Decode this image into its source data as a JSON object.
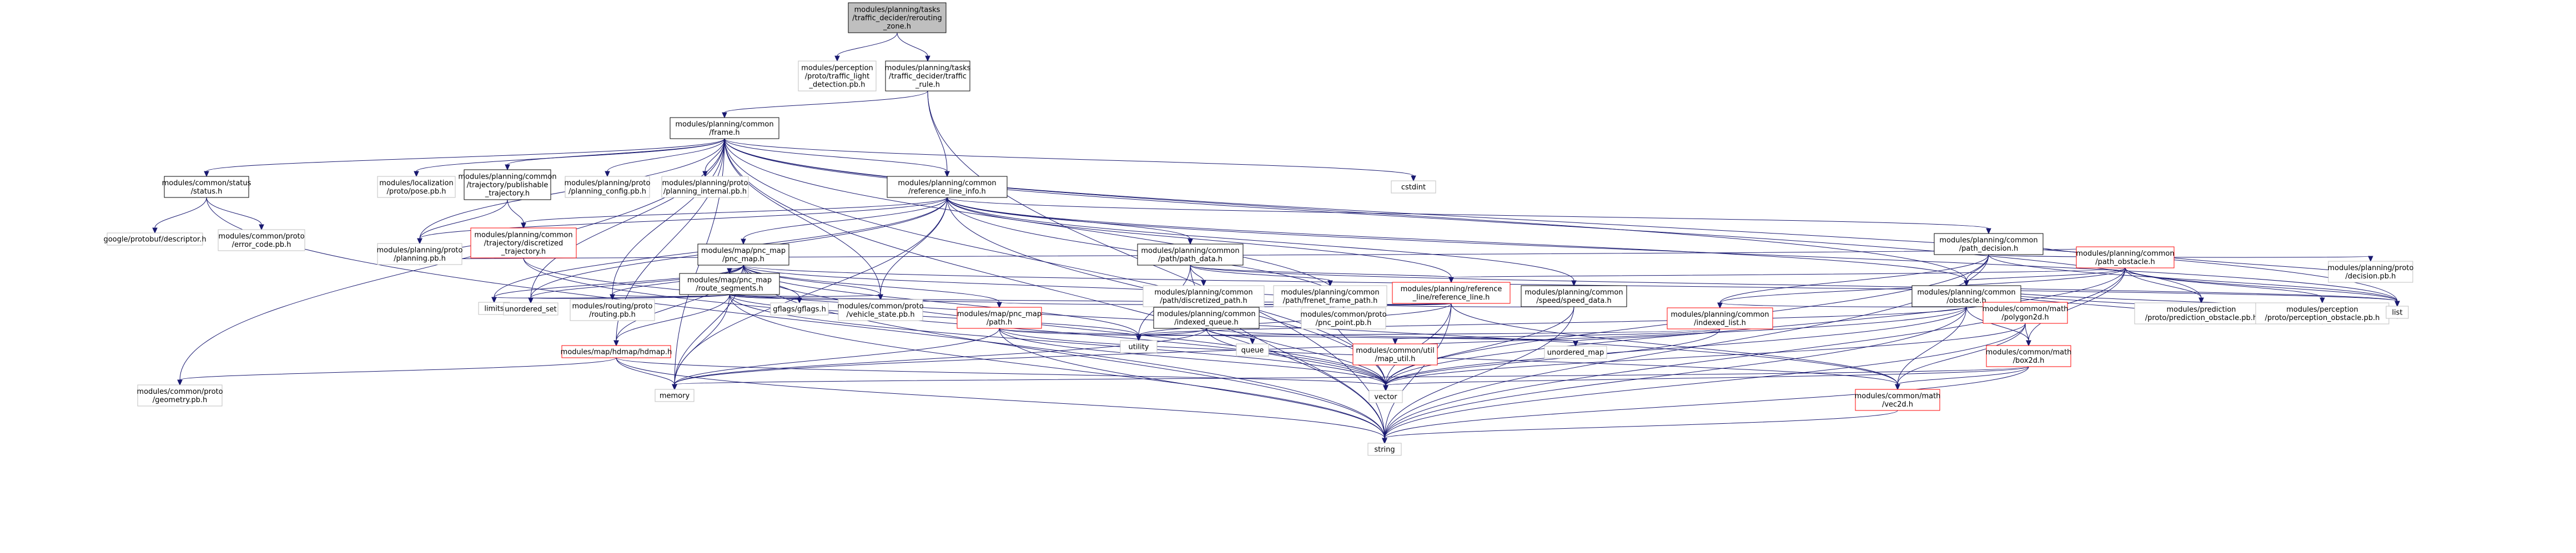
{
  "nodes": [
    {
      "id": "root",
      "lines": [
        "modules/planning/tasks",
        "/traffic_decider/rerouting",
        "_zone.h"
      ],
      "style": "root"
    },
    {
      "id": "tl",
      "lines": [
        "modules/perception",
        "/proto/traffic_light",
        "_detection.pb.h"
      ],
      "style": "plain"
    },
    {
      "id": "tr",
      "lines": [
        "modules/planning/tasks",
        "/traffic_decider/traffic",
        "_rule.h"
      ],
      "style": "boxed"
    },
    {
      "id": "frame",
      "lines": [
        "modules/planning/common",
        "/frame.h"
      ],
      "style": "boxed"
    },
    {
      "id": "status",
      "lines": [
        "modules/common/status",
        "/status.h"
      ],
      "style": "boxed"
    },
    {
      "id": "loc",
      "lines": [
        "modules/localization",
        "/proto/pose.pb.h"
      ],
      "style": "plain"
    },
    {
      "id": "pubtraj",
      "lines": [
        "modules/planning/common",
        "/trajectory/publishable",
        "_trajectory.h"
      ],
      "style": "boxed"
    },
    {
      "id": "pconf",
      "lines": [
        "modules/planning/proto",
        "/planning_config.pb.h"
      ],
      "style": "plain"
    },
    {
      "id": "pint",
      "lines": [
        "modules/planning/proto",
        "/planning_internal.pb.h"
      ],
      "style": "plain"
    },
    {
      "id": "rli",
      "lines": [
        "modules/planning/common",
        "/reference_line_info.h"
      ],
      "style": "boxed"
    },
    {
      "id": "cstdint",
      "lines": [
        "cstdint"
      ],
      "style": "plain"
    },
    {
      "id": "desc",
      "lines": [
        "google/protobuf/descriptor.h"
      ],
      "style": "plain"
    },
    {
      "id": "err",
      "lines": [
        "modules/common/proto",
        "/error_code.pb.h"
      ],
      "style": "plain"
    },
    {
      "id": "disctraj",
      "lines": [
        "modules/planning/common",
        "/trajectory/discretized",
        "_trajectory.h"
      ],
      "style": "red"
    },
    {
      "id": "pdec",
      "lines": [
        "modules/planning/common",
        "/path_decision.h"
      ],
      "style": "boxed"
    },
    {
      "id": "planpb",
      "lines": [
        "modules/planning/proto",
        "/planning.pb.h"
      ],
      "style": "plain"
    },
    {
      "id": "pncmap",
      "lines": [
        "modules/map/pnc_map",
        "/pnc_map.h"
      ],
      "style": "boxed"
    },
    {
      "id": "pathdata",
      "lines": [
        "modules/planning/common",
        "/path/path_data.h"
      ],
      "style": "boxed"
    },
    {
      "id": "pathobs",
      "lines": [
        "modules/planning/common",
        "/path_obstacle.h"
      ],
      "style": "red"
    },
    {
      "id": "routeseg",
      "lines": [
        "modules/map/pnc_map",
        "/route_segments.h"
      ],
      "style": "boxed"
    },
    {
      "id": "discpath",
      "lines": [
        "modules/planning/common",
        "/path/discretized_path.h"
      ],
      "style": "plain"
    },
    {
      "id": "frenet",
      "lines": [
        "modules/planning/common",
        "/path/frenet_frame_path.h"
      ],
      "style": "plain"
    },
    {
      "id": "refline",
      "lines": [
        "modules/planning/reference",
        "_line/reference_line.h"
      ],
      "style": "red"
    },
    {
      "id": "speed",
      "lines": [
        "modules/planning/common",
        "/speed/speed_data.h"
      ],
      "style": "boxed"
    },
    {
      "id": "obstacle",
      "lines": [
        "modules/planning/common",
        "/obstacle.h"
      ],
      "style": "boxed"
    },
    {
      "id": "decision",
      "lines": [
        "modules/planning/proto",
        "/decision.pb.h"
      ],
      "style": "plain"
    },
    {
      "id": "limits",
      "lines": [
        "limits"
      ],
      "style": "plain"
    },
    {
      "id": "uset",
      "lines": [
        "unordered_set"
      ],
      "style": "plain"
    },
    {
      "id": "routing",
      "lines": [
        "modules/routing/proto",
        "/routing.pb.h"
      ],
      "style": "plain"
    },
    {
      "id": "gflags",
      "lines": [
        "gflags/gflags.h"
      ],
      "style": "plain"
    },
    {
      "id": "vstate",
      "lines": [
        "modules/common/proto",
        "/vehicle_state.pb.h"
      ],
      "style": "plain"
    },
    {
      "id": "pncpath",
      "lines": [
        "modules/map/pnc_map",
        "/path.h"
      ],
      "style": "red"
    },
    {
      "id": "idxq",
      "lines": [
        "modules/planning/common",
        "/indexed_queue.h"
      ],
      "style": "boxed"
    },
    {
      "id": "pnc_point",
      "lines": [
        "modules/common/proto",
        "/pnc_point.pb.h"
      ],
      "style": "plain"
    },
    {
      "id": "idxlist",
      "lines": [
        "modules/planning/common",
        "/indexed_list.h"
      ],
      "style": "red"
    },
    {
      "id": "polygon",
      "lines": [
        "modules/common/math",
        "/polygon2d.h"
      ],
      "style": "red"
    },
    {
      "id": "predobs",
      "lines": [
        "modules/prediction",
        "/proto/prediction_obstacle.pb.h"
      ],
      "style": "plain"
    },
    {
      "id": "percobs",
      "lines": [
        "modules/perception",
        "/proto/perception_obstacle.pb.h"
      ],
      "style": "plain"
    },
    {
      "id": "list",
      "lines": [
        "list"
      ],
      "style": "plain"
    },
    {
      "id": "hdmap",
      "lines": [
        "modules/map/hdmap/hdmap.h"
      ],
      "style": "red"
    },
    {
      "id": "utility",
      "lines": [
        "utility"
      ],
      "style": "plain"
    },
    {
      "id": "queue",
      "lines": [
        "queue"
      ],
      "style": "plain"
    },
    {
      "id": "maputil",
      "lines": [
        "modules/common/util",
        "/map_util.h"
      ],
      "style": "red"
    },
    {
      "id": "umap",
      "lines": [
        "unordered_map"
      ],
      "style": "plain"
    },
    {
      "id": "box2d",
      "lines": [
        "modules/common/math",
        "/box2d.h"
      ],
      "style": "red"
    },
    {
      "id": "geometry",
      "lines": [
        "modules/common/proto",
        "/geometry.pb.h"
      ],
      "style": "plain"
    },
    {
      "id": "memory",
      "lines": [
        "memory"
      ],
      "style": "plain"
    },
    {
      "id": "vector",
      "lines": [
        "vector"
      ],
      "style": "plain"
    },
    {
      "id": "vec2d",
      "lines": [
        "modules/common/math",
        "/vec2d.h"
      ],
      "style": "red"
    },
    {
      "id": "string",
      "lines": [
        "string"
      ],
      "style": "plain"
    }
  ],
  "edges": [
    [
      "root",
      "tl"
    ],
    [
      "root",
      "tr"
    ],
    [
      "tr",
      "frame"
    ],
    [
      "tr",
      "rli"
    ],
    [
      "tr",
      "string"
    ],
    [
      "frame",
      "status"
    ],
    [
      "frame",
      "loc"
    ],
    [
      "frame",
      "pubtraj"
    ],
    [
      "frame",
      "pconf"
    ],
    [
      "frame",
      "pint"
    ],
    [
      "frame",
      "rli"
    ],
    [
      "frame",
      "cstdint"
    ],
    [
      "frame",
      "list"
    ],
    [
      "frame",
      "planpb"
    ],
    [
      "frame",
      "routing"
    ],
    [
      "frame",
      "vstate"
    ],
    [
      "frame",
      "vector"
    ],
    [
      "frame",
      "string"
    ],
    [
      "frame",
      "memory"
    ],
    [
      "frame",
      "obstacle"
    ],
    [
      "frame",
      "pnc_point"
    ],
    [
      "frame",
      "uset"
    ],
    [
      "frame",
      "geometry"
    ],
    [
      "frame",
      "predobs"
    ],
    [
      "frame",
      "hdmap"
    ],
    [
      "status",
      "desc"
    ],
    [
      "status",
      "err"
    ],
    [
      "status",
      "string"
    ],
    [
      "pubtraj",
      "disctraj"
    ],
    [
      "pubtraj",
      "planpb"
    ],
    [
      "rli",
      "disctraj"
    ],
    [
      "rli",
      "pdec"
    ],
    [
      "rli",
      "pncmap"
    ],
    [
      "rli",
      "pathdata"
    ],
    [
      "rli",
      "speed"
    ],
    [
      "rli",
      "refline"
    ],
    [
      "rli",
      "obstacle"
    ],
    [
      "rli",
      "limits"
    ],
    [
      "rli",
      "pnc_point"
    ],
    [
      "rli",
      "planpb"
    ],
    [
      "rli",
      "vector"
    ],
    [
      "rli",
      "list"
    ],
    [
      "rli",
      "vstate"
    ],
    [
      "rli",
      "memory"
    ],
    [
      "rli",
      "uset"
    ],
    [
      "disctraj",
      "planpb"
    ],
    [
      "disctraj",
      "vector"
    ],
    [
      "disctraj",
      "vec2d"
    ],
    [
      "pdec",
      "pathobs"
    ],
    [
      "pdec",
      "obstacle"
    ],
    [
      "pdec",
      "idxlist"
    ],
    [
      "pdec",
      "decision"
    ],
    [
      "pdec",
      "list"
    ],
    [
      "pdec",
      "string"
    ],
    [
      "pdec",
      "vector"
    ],
    [
      "pncmap",
      "routeseg"
    ],
    [
      "pncmap",
      "pncpath"
    ],
    [
      "pncmap",
      "hdmap"
    ],
    [
      "pncmap",
      "limits"
    ],
    [
      "pncmap",
      "uset"
    ],
    [
      "pncmap",
      "routing"
    ],
    [
      "pncmap",
      "gflags"
    ],
    [
      "pncmap",
      "vstate"
    ],
    [
      "pncmap",
      "memory"
    ],
    [
      "pncmap",
      "vector"
    ],
    [
      "pncmap",
      "string"
    ],
    [
      "pncmap",
      "pnc_point"
    ],
    [
      "pncmap",
      "list"
    ],
    [
      "pncmap",
      "utility"
    ],
    [
      "pathdata",
      "discpath"
    ],
    [
      "pathdata",
      "frenet"
    ],
    [
      "pathdata",
      "refline"
    ],
    [
      "pathdata",
      "utility"
    ],
    [
      "pathdata",
      "string"
    ],
    [
      "pathdata",
      "list"
    ],
    [
      "pathobs",
      "obstacle"
    ],
    [
      "pathobs",
      "idxlist"
    ],
    [
      "pathobs",
      "decision"
    ],
    [
      "pathobs",
      "refline"
    ],
    [
      "pathobs",
      "predobs"
    ],
    [
      "pathobs",
      "percobs"
    ],
    [
      "pathobs",
      "box2d"
    ],
    [
      "pathobs",
      "list"
    ],
    [
      "pathobs",
      "string"
    ],
    [
      "pathobs",
      "vector"
    ],
    [
      "pathobs",
      "planpb"
    ],
    [
      "routeseg",
      "routing"
    ],
    [
      "routeseg",
      "pncpath"
    ],
    [
      "routeseg",
      "hdmap"
    ],
    [
      "routeseg",
      "limits"
    ],
    [
      "routeseg",
      "uset"
    ],
    [
      "routeseg",
      "gflags"
    ],
    [
      "routeseg",
      "vstate"
    ],
    [
      "routeseg",
      "memory"
    ],
    [
      "routeseg",
      "vector"
    ],
    [
      "routeseg",
      "string"
    ],
    [
      "routeseg",
      "utility"
    ],
    [
      "routeseg",
      "pnc_point"
    ],
    [
      "discpath",
      "pnc_point"
    ],
    [
      "discpath",
      "vector"
    ],
    [
      "frenet",
      "pnc_point"
    ],
    [
      "frenet",
      "vector"
    ],
    [
      "refline",
      "pncpath"
    ],
    [
      "refline",
      "pnc_point"
    ],
    [
      "refline",
      "vec2d"
    ],
    [
      "refline",
      "vector"
    ],
    [
      "refline",
      "utility"
    ],
    [
      "refline",
      "string"
    ],
    [
      "refline",
      "idxq"
    ],
    [
      "speed",
      "pnc_point"
    ],
    [
      "speed",
      "vector"
    ],
    [
      "speed",
      "string"
    ],
    [
      "obstacle",
      "idxlist"
    ],
    [
      "obstacle",
      "polygon"
    ],
    [
      "obstacle",
      "box2d"
    ],
    [
      "obstacle",
      "vec2d"
    ],
    [
      "obstacle",
      "predobs"
    ],
    [
      "obstacle",
      "percobs"
    ],
    [
      "obstacle",
      "list"
    ],
    [
      "obstacle",
      "memory"
    ],
    [
      "obstacle",
      "string"
    ],
    [
      "obstacle",
      "vector"
    ],
    [
      "obstacle",
      "utility"
    ],
    [
      "pncpath",
      "vec2d"
    ],
    [
      "pncpath",
      "utility"
    ],
    [
      "pncpath",
      "memory"
    ],
    [
      "pncpath",
      "vector"
    ],
    [
      "pncpath",
      "string"
    ],
    [
      "pncpath",
      "umap"
    ],
    [
      "idxq",
      "queue"
    ],
    [
      "idxq",
      "utility"
    ],
    [
      "idxq",
      "vector"
    ],
    [
      "idxq",
      "memory"
    ],
    [
      "idxq",
      "umap"
    ],
    [
      "idxlist",
      "maputil"
    ],
    [
      "idxlist",
      "umap"
    ],
    [
      "idxlist",
      "vector"
    ],
    [
      "idxlist",
      "utility"
    ],
    [
      "polygon",
      "box2d"
    ],
    [
      "polygon",
      "vec2d"
    ],
    [
      "polygon",
      "vector"
    ],
    [
      "polygon",
      "string"
    ],
    [
      "hdmap",
      "geometry"
    ],
    [
      "hdmap",
      "memory"
    ],
    [
      "hdmap",
      "vector"
    ],
    [
      "hdmap",
      "string"
    ],
    [
      "box2d",
      "vec2d"
    ],
    [
      "box2d",
      "vector"
    ],
    [
      "box2d",
      "string"
    ],
    [
      "box2d",
      "memory"
    ],
    [
      "vec2d",
      "string"
    ]
  ]
}
